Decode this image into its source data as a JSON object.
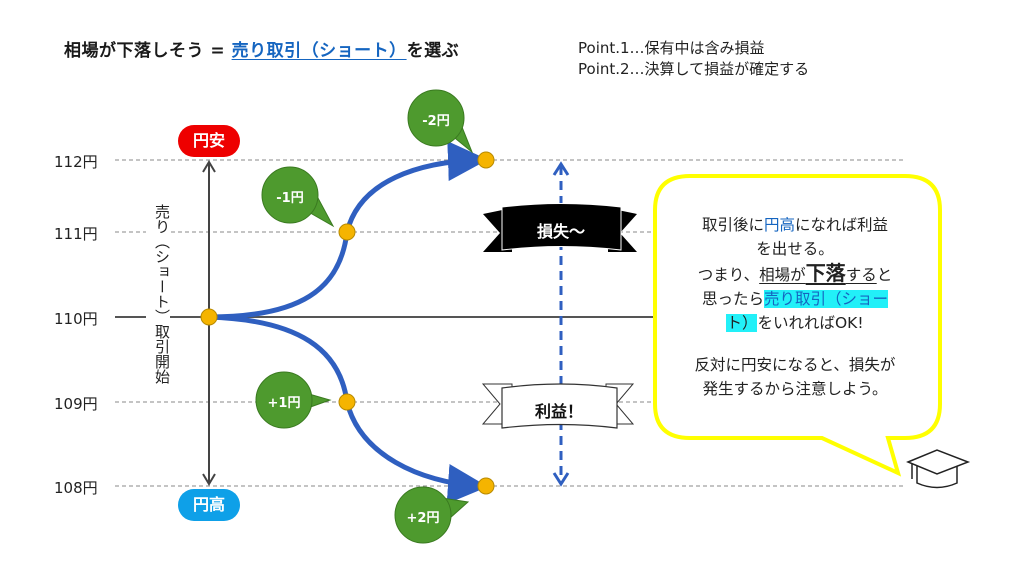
{
  "title": {
    "prefix": "相場が下落しそう = ",
    "link": "売り取引（ショート）",
    "suffix": "を選ぶ"
  },
  "points": [
    "Point.1…保有中は含み損益",
    "Point.2…決算して損益が確定する"
  ],
  "axis": {
    "labels": [
      "112円",
      "111円",
      "110円",
      "109円",
      "108円"
    ],
    "top_badge": "円安",
    "bottom_badge": "円高",
    "vertical_label": "売り（ショート）取引開始"
  },
  "bubbles": {
    "m1": "-1円",
    "m2": "-2円",
    "p1": "+1円",
    "p2": "+2円"
  },
  "ribbons": {
    "loss": "損失～",
    "profit": "利益！"
  },
  "callout": {
    "l1_a": "取引後に",
    "l1_b": "円高",
    "l1_c": "になれば利益",
    "l2": "を出せる。",
    "l3_a": "つまり、",
    "l3_b": "相場が",
    "l3_c": "下落",
    "l3_d": "する",
    "l3_e": "と",
    "l4_a": "思ったら",
    "l4_b": "売り取引（ショー",
    "l5_a": "ト）",
    "l5_b": "をいれればOK!",
    "l6": "反対に円安になると、損失が",
    "l7": "発生するから注意しよう。"
  },
  "colors": {
    "curve": "#2f5fc0",
    "point": "#f5b400",
    "bubble": "#4e9a2e",
    "yasu": "#ee0000",
    "daka": "#0ea0e8",
    "callout_border": "#ffff00",
    "highlight": "#22f0f8"
  },
  "icons": {
    "teacher": "graduation-cap-icon"
  }
}
